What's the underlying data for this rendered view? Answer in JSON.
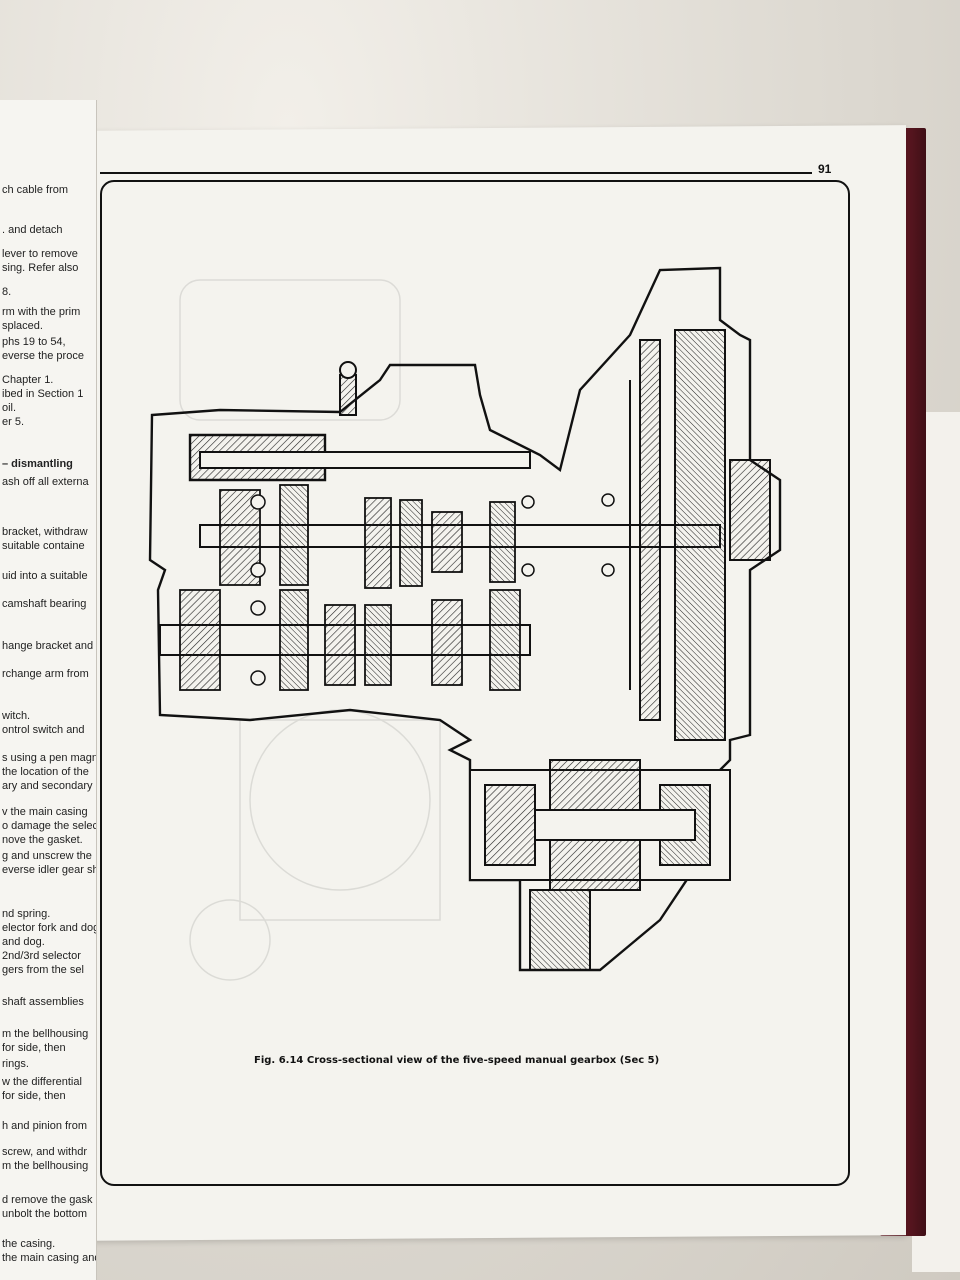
{
  "page": {
    "number": "91",
    "figure_caption": "Fig. 6.14 Cross-sectional view of the five-speed manual gearbox (Sec 5)"
  },
  "left_page": {
    "lines": [
      "ch cable from",
      ". and detach",
      "lever to remove",
      "sing. Refer also",
      "8.",
      "rm with the prim",
      "splaced.",
      "phs 19 to 54,",
      "everse the proce",
      "Chapter 1.",
      "ibed in Section 1",
      "oil.",
      "er 5.",
      "– dismantling",
      "ash off all externa",
      "bracket, withdraw",
      "suitable containe",
      "uid into a suitable",
      "camshaft bearing",
      "hange bracket and",
      "rchange arm from",
      "witch.",
      "ontrol switch and",
      "s using a pen magne",
      "the location of the",
      "ary and secondary",
      "v the main casing",
      "o damage the select",
      "nove the gasket.",
      "g and unscrew the",
      "everse idler gear sh",
      "nd spring.",
      "elector fork and dog",
      "and dog.",
      "2nd/3rd selector",
      "gers from the sel",
      "shaft assemblies",
      "m the bellhousing",
      "for side, then",
      "rings.",
      "w the differential",
      "for side, then",
      "h and pinion from",
      "screw, and withdr",
      "m the bellhousing",
      "d remove the gask",
      "unbolt the bottom",
      "the casing.",
      "the main casing and"
    ]
  }
}
